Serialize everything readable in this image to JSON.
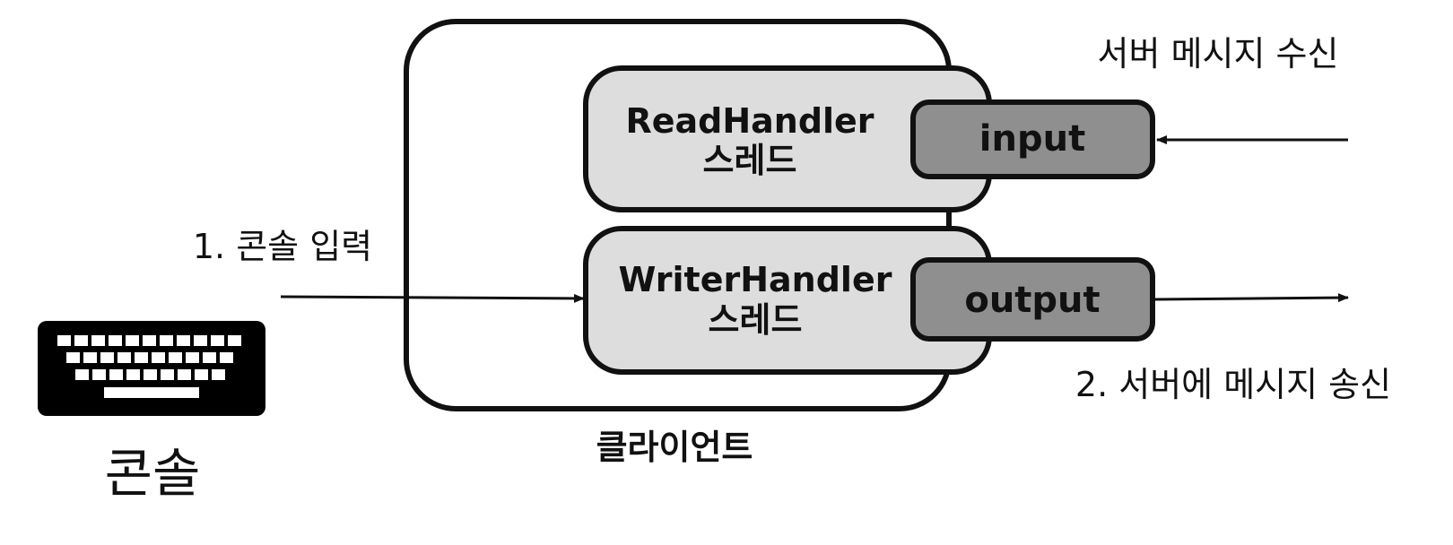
{
  "client": {
    "label": "클라이언트",
    "read_handler": {
      "name": "ReadHandler",
      "sub": "스레드",
      "port_label": "input"
    },
    "writer_handler": {
      "name": "WriterHandler",
      "sub": "스레드",
      "port_label": "output"
    }
  },
  "console": {
    "label": "콘솔",
    "icon": "keyboard-icon"
  },
  "flows": {
    "console_input": "1. 콘솔 입력",
    "server_receive": "서버 메시지 수신",
    "server_send": "2. 서버에 메시지 송신"
  },
  "colors": {
    "stroke": "#111111",
    "handler_fill": "#dddddd",
    "port_fill": "#8f8f8f",
    "keyboard": "#000000"
  }
}
